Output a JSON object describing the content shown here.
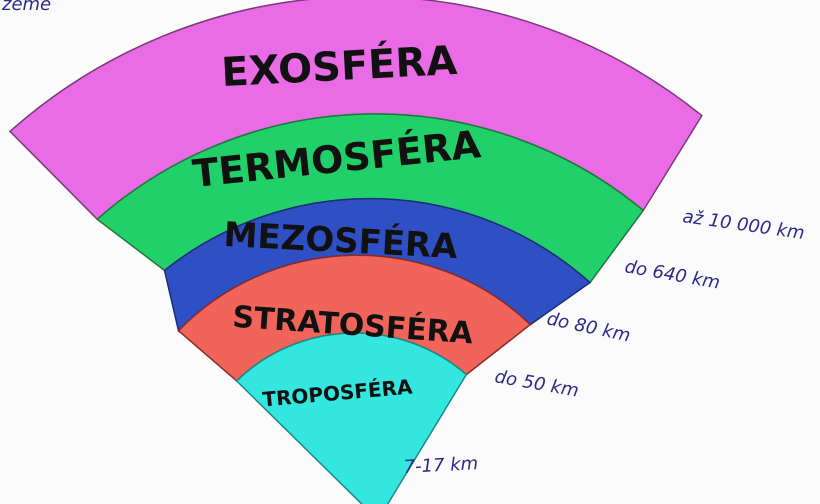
{
  "top_corner_text": "zeme",
  "layers": [
    {
      "id": "exosfera",
      "name": "EXOSFÉRA",
      "color": "#e96be6",
      "altitude": "až 10 000 km"
    },
    {
      "id": "termosfera",
      "name": "TERMOSFÉRA",
      "color": "#22d06a",
      "altitude": "do 640 km"
    },
    {
      "id": "mezosfera",
      "name": "MEZOSFÉRA",
      "color": "#2f4fc4",
      "altitude": "do 80 km"
    },
    {
      "id": "stratosfera",
      "name": "STRATOSFÉRA",
      "color": "#f0645a",
      "altitude": "do 50 km"
    },
    {
      "id": "troposfera",
      "name": "TROPOSFÉRA",
      "color": "#33e6e0",
      "altitude": "7-17 km"
    }
  ]
}
